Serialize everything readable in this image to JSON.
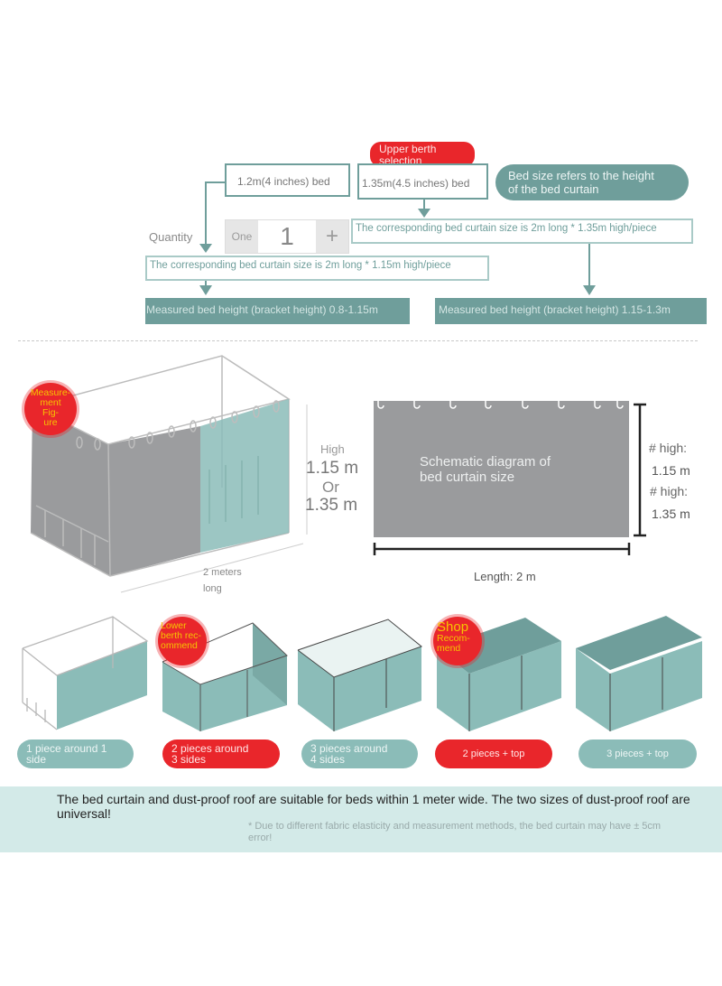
{
  "top": {
    "upper_berth_badge": "Upper berth\nselection",
    "size_1_2": "1.2m(4 inches) bed",
    "size_1_35": "1.35m(4.5 inches) bed",
    "note_pill": "Bed size refers to the height\nof the bed curtain",
    "quantity_label": "Quantity",
    "qty_minus": "One",
    "qty_value": "1",
    "qty_plus": "+",
    "curtain_135": "The corresponding bed curtain size is 2m long * 1.35m high/piece",
    "curtain_115": "The corresponding bed curtain size is 2m long * 1.15m high/piece",
    "measured_left": "Measured bed height (bracket height) 0.8-1.15m",
    "measured_right": "Measured bed height (bracket height) 1.15-1.3m"
  },
  "middle": {
    "measurement_badge": "Measure-\nment\nFig-\nure",
    "high_label": "High",
    "high_1": "1.15 m",
    "or_label": "Or",
    "high_2": "1.35 m",
    "length_label_1": "2 meters",
    "length_label_2": "long",
    "schematic_title": "Schematic diagram of\nbed curtain size",
    "right_high_1": "# high:",
    "right_val_1": "1.15 m",
    "right_high_2": "# high:",
    "right_val_2": "1.35 m",
    "length_2m": "Length: 2 m"
  },
  "options": {
    "lower_badge": "Lower\nberth rec-\nommend",
    "shop_badge_title": "Shop",
    "shop_badge_sub": "Recom-\nmend",
    "items": [
      {
        "label": "1 piece around 1\nside",
        "style": "teal"
      },
      {
        "label": "2 pieces around\n3 sides",
        "style": "red"
      },
      {
        "label": "3 pieces around\n4 sides",
        "style": "teal"
      },
      {
        "label": "2 pieces + top",
        "style": "red"
      },
      {
        "label": "3 pieces + top",
        "style": "teal"
      }
    ]
  },
  "footer": {
    "main_text": "The bed curtain and dust-proof roof are suitable for beds within 1 meter wide. The two sizes of dust-proof roof are universal!",
    "note_text": "* Due to different fabric elasticity and measurement methods, the bed curtain may have ± 5cm error!"
  },
  "colors": {
    "teal": "#6f9e9b",
    "light_teal": "#8bbcb8",
    "red": "#e9262b",
    "gray_curtain": "#9a9b9d"
  }
}
